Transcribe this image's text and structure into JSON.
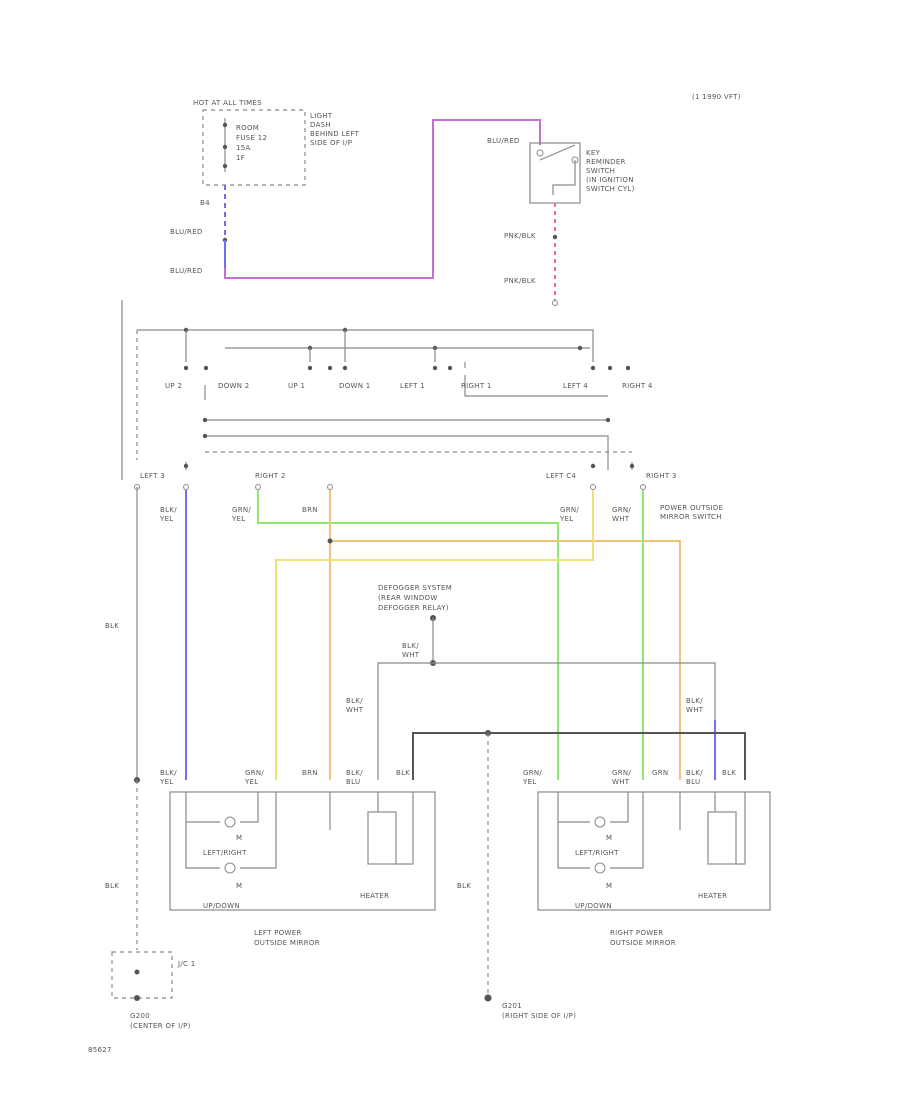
{
  "header": {
    "model_note": "(1 1990 VFT)"
  },
  "fuse_box": {
    "title": "HOT AT ALL TIMES",
    "box_label": [
      "ROOM",
      "FUSE 12",
      "15A",
      "1F"
    ],
    "location": [
      "LIGHT",
      "DASH",
      "BEHIND LEFT",
      "SIDE OF I/P"
    ],
    "pin": "B4"
  },
  "key_switch": {
    "label": [
      "KEY",
      "REMINDER",
      "SWITCH",
      "(IN IGNITION",
      "SWITCH CYL)"
    ]
  },
  "wires": {
    "blu_red": "BLU/RED",
    "pnk_blk": "PNK/BLK",
    "blk": "BLK",
    "blk_yel": [
      "BLK/",
      "YEL"
    ],
    "grn_yel": [
      "GRN/",
      "YEL"
    ],
    "grn_wht": [
      "GRN/",
      "WHT"
    ],
    "grn": "GRN",
    "brn": "BRN",
    "blk_wht": [
      "BLK/",
      "WHT"
    ],
    "blk_blu": [
      "BLK/",
      "BLU"
    ],
    "grn_yel_flat": "GRN/YEL",
    "blk_blu_flat": "BLK/BLU",
    "grn_wht_flat": "GRN/WHT"
  },
  "mirror_switch": {
    "label": [
      "POWER OUTSIDE",
      "MIRROR SWITCH"
    ],
    "contacts": [
      "UP 2",
      "DOWN 2",
      "UP 1",
      "DOWN 1",
      "LEFT 1",
      "RIGHT 1",
      "LEFT 4",
      "RIGHT 4",
      "LEFT 3",
      "RIGHT 2",
      "LEFT C4",
      "RIGHT 3"
    ]
  },
  "defogger": {
    "label": [
      "DEFOGGER SYSTEM",
      "(REAR WINDOW",
      "DEFOGGER RELAY)"
    ]
  },
  "left_mirror": {
    "label": [
      "LEFT POWER",
      "OUTSIDE MIRROR"
    ],
    "lr": "LEFT/RIGHT",
    "ud": "UP/DOWN",
    "heater": "HEATER",
    "motor": "M"
  },
  "right_mirror": {
    "label": [
      "RIGHT POWER",
      "OUTSIDE MIRROR"
    ],
    "lr": "LEFT/RIGHT",
    "ud": "UP/DOWN",
    "heater": "HEATER",
    "motor": "M"
  },
  "junction": {
    "label": "J/C 1"
  },
  "ground_left": {
    "id": "G200",
    "location": "(CENTER OF I/P)"
  },
  "ground_right": {
    "id": "G201",
    "location": "(RIGHT SIDE OF I/P)"
  },
  "footer": {
    "code": "85627"
  },
  "colors": {
    "purple": "#c36fd6",
    "blue": "#6f6ff0",
    "pink": "#f06f86",
    "green": "#8fe86f",
    "yellow": "#f0e07a",
    "orange": "#f0c27a",
    "gray": "#8a8a8a",
    "dark": "#555555"
  }
}
